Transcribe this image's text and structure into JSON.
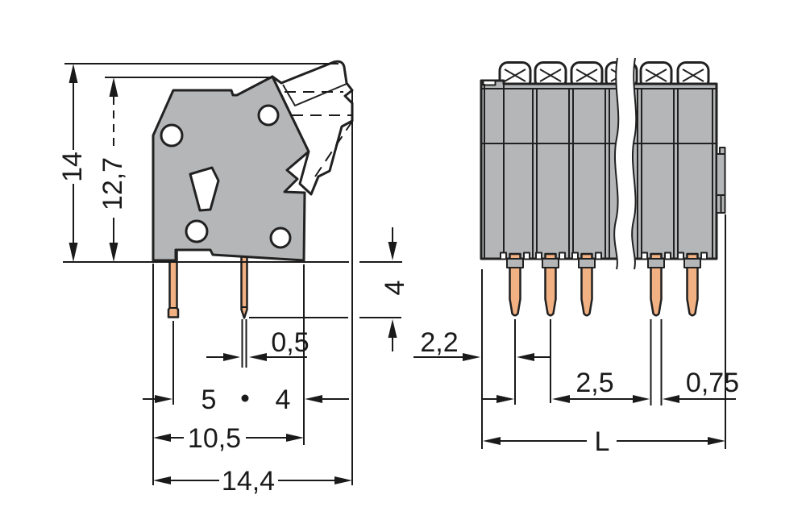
{
  "side_view": {
    "overall_height": "14",
    "body_height": "12,7",
    "pin_thickness": "0,5",
    "pin1_to_pin2": "5",
    "pin2_to_edge": "4",
    "pin_length": "4",
    "pin1_to_right_edge": "10,5",
    "overall_depth": "14,4"
  },
  "front_view": {
    "edge_to_first_pin": "2,2",
    "pin_pitch": "2,5",
    "pin_width": "0,75",
    "overall_length": "L"
  },
  "colors": {
    "body_fill": "#b4b6b8",
    "pin_fill": "#f1b183",
    "line": "#212121",
    "dimension": "#1a1a1a",
    "background": "#ffffff"
  }
}
